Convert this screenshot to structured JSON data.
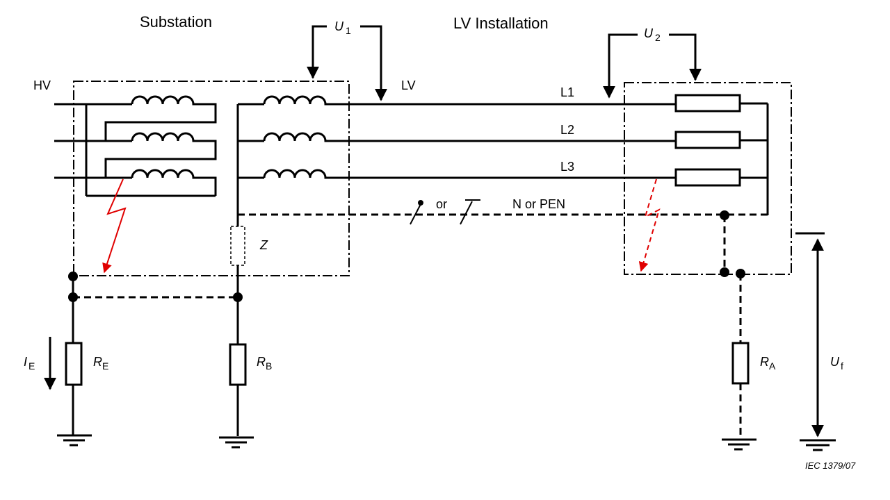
{
  "labels": {
    "substation": "Substation",
    "lv_installation": "LV Installation",
    "hv": "HV",
    "lv": "LV",
    "l1": "L1",
    "l2": "L2",
    "l3": "L3",
    "or": "or",
    "n_or_pen": "N or PEN",
    "z": "Z",
    "u1": "U",
    "u1_sub": "1",
    "u2": "U",
    "u2_sub": "2",
    "uf": "U",
    "uf_sub": "f",
    "ie": "I",
    "ie_sub": "E",
    "re": "R",
    "re_sub": "E",
    "rb": "R",
    "rb_sub": "B",
    "ra": "R",
    "ra_sub": "A",
    "source": "IEC   1379/07"
  },
  "colors": {
    "fault": "#e00000",
    "line": "#000000"
  }
}
